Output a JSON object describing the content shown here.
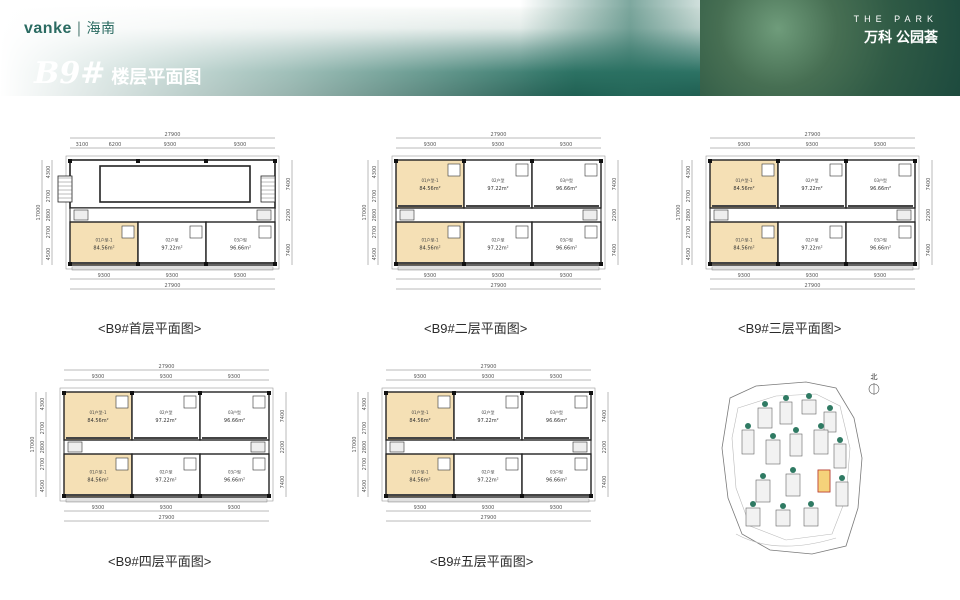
{
  "header": {
    "brand": "vanke",
    "city": "海南",
    "title_code": "B9#",
    "title_text": "楼层平面图",
    "park_en": "THE PARK",
    "park_cn": "万科 公园荟"
  },
  "dims": {
    "total": "27900",
    "bay": "9300",
    "first_floor_top": [
      "3100",
      "6200",
      "9300",
      "9300"
    ],
    "height_total": "17000",
    "heights_left": [
      "4300",
      "2700",
      "2800",
      "2700",
      "4500"
    ],
    "heights_right": [
      "7400",
      "2200",
      "7400"
    ]
  },
  "unit_labels": {
    "a": "01户型-1",
    "b": "02户型",
    "c": "03户型"
  },
  "areas": {
    "a": "84.56m²",
    "b": "97.22m²",
    "c": "96.66m²"
  },
  "colors": {
    "highlight": "#f5e0b5",
    "teal": "#2b6b62"
  },
  "captions": {
    "f1": "<B9#首层平面图>",
    "f2": "<B9#二层平面图>",
    "f3": "<B9#三层平面图>",
    "f4": "<B9#四层平面图>",
    "f5": "<B9#五层平面图>"
  },
  "north": "北"
}
